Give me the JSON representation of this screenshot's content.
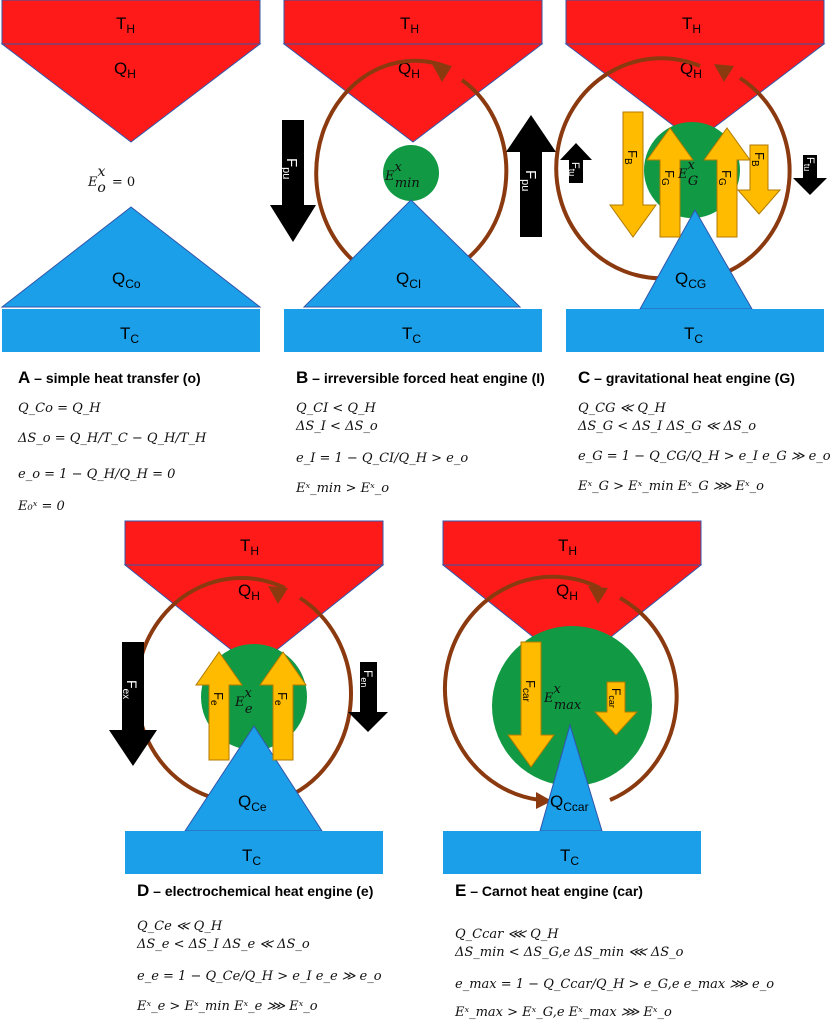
{
  "colors": {
    "hot": "#ff1a1a",
    "cold": "#1a9fe8",
    "green": "#119944",
    "yellow": "#ffbb00",
    "brown": "#8B3A10",
    "black": "#000000"
  },
  "panels": {
    "A": {
      "hot_reservoir": "T",
      "hot_reservoir_sub": "H",
      "heat_in": "Q",
      "heat_in_sub": "H",
      "exergy": "E",
      "exergy_sup": "x",
      "exergy_sub": "o",
      "exergy_value": "= 0",
      "heat_out": "Q",
      "heat_out_sub": "Co",
      "cold_reservoir": "T",
      "cold_reservoir_sub": "C",
      "caption_letter": "A",
      "caption_text": " – simple heat transfer (o)",
      "equations": [
        "Q_Co = Q_H",
        "ΔS_o = Q_H/T_C − Q_H/T_H",
        "e_o = 1 − Q_H/Q_H = 0",
        "E₀ˣ = 0"
      ]
    },
    "B": {
      "hot_reservoir": "T",
      "hot_reservoir_sub": "H",
      "heat_in": "Q",
      "heat_in_sub": "H",
      "exergy": "E",
      "exergy_sup": "x",
      "exergy_sub": "min",
      "force": "F",
      "force_sub": "pu",
      "heat_out": "Q",
      "heat_out_sub": "CI",
      "cold_reservoir": "T",
      "cold_reservoir_sub": "C",
      "caption_letter": "B",
      "caption_text": " – irreversible forced heat engine (I)",
      "equations": [
        "Q_CI < Q_H",
        "ΔS_I < ΔS_o",
        "e_I = 1 − Q_CI/Q_H > e_o",
        "Eˣ_min > Eˣ_o"
      ]
    },
    "C": {
      "hot_reservoir": "T",
      "hot_reservoir_sub": "H",
      "heat_in": "Q",
      "heat_in_sub": "H",
      "exergy": "E",
      "exergy_sup": "x",
      "exergy_sub": "G",
      "force_b": "F",
      "force_b_sub": "B",
      "force_g": "F",
      "force_g_sub": "G",
      "force_tu": "F",
      "force_tu_sub": "tu",
      "heat_out": "Q",
      "heat_out_sub": "CG",
      "cold_reservoir": "T",
      "cold_reservoir_sub": "C",
      "caption_letter": "C",
      "caption_text": " – gravitational heat engine (G)",
      "equations": [
        "Q_CG ≪ Q_H",
        "ΔS_G < ΔS_I     ΔS_G ≪ ΔS_o",
        "e_G = 1 − Q_CG/Q_H > e_I     e_G ≫ e_o",
        "Eˣ_G > Eˣ_min     Eˣ_G ⋙ Eˣ_o"
      ]
    },
    "D": {
      "hot_reservoir": "T",
      "hot_reservoir_sub": "H",
      "heat_in": "Q",
      "heat_in_sub": "H",
      "exergy": "E",
      "exergy_sup": "x",
      "exergy_sub": "e",
      "force_e": "F",
      "force_e_sub": "e",
      "force_ex": "F",
      "force_ex_sub": "ex",
      "force_en": "F",
      "force_en_sub": "en",
      "heat_out": "Q",
      "heat_out_sub": "Ce",
      "cold_reservoir": "T",
      "cold_reservoir_sub": "C",
      "caption_letter": "D",
      "caption_text": " – electrochemical heat engine (e)",
      "equations": [
        "Q_Ce ≪ Q_H",
        "ΔS_e < ΔS_I     ΔS_e ≪ ΔS_o",
        "e_e = 1 − Q_Ce/Q_H > e_I     e_e ≫ e_o",
        "Eˣ_e > Eˣ_min     Eˣ_e ⋙ Eˣ_o"
      ]
    },
    "E": {
      "hot_reservoir": "T",
      "hot_reservoir_sub": "H",
      "heat_in": "Q",
      "heat_in_sub": "H",
      "exergy": "E",
      "exergy_sup": "x",
      "exergy_sub": "max",
      "force_car": "F",
      "force_car_sub": "car",
      "heat_out": "Q",
      "heat_out_sub": "Ccar",
      "cold_reservoir": "T",
      "cold_reservoir_sub": "C",
      "caption_letter": "E",
      "caption_text": " – Carnot heat engine (car)",
      "equations": [
        "Q_Ccar ⋘ Q_H",
        "ΔS_min < ΔS_G,e     ΔS_min ⋘ ΔS_o",
        "e_max = 1 − Q_Ccar/Q_H > e_G,e     e_max ⋙ e_o",
        "Eˣ_max > Eˣ_G,e     Eˣ_max ⋙ Eˣ_o"
      ]
    }
  }
}
